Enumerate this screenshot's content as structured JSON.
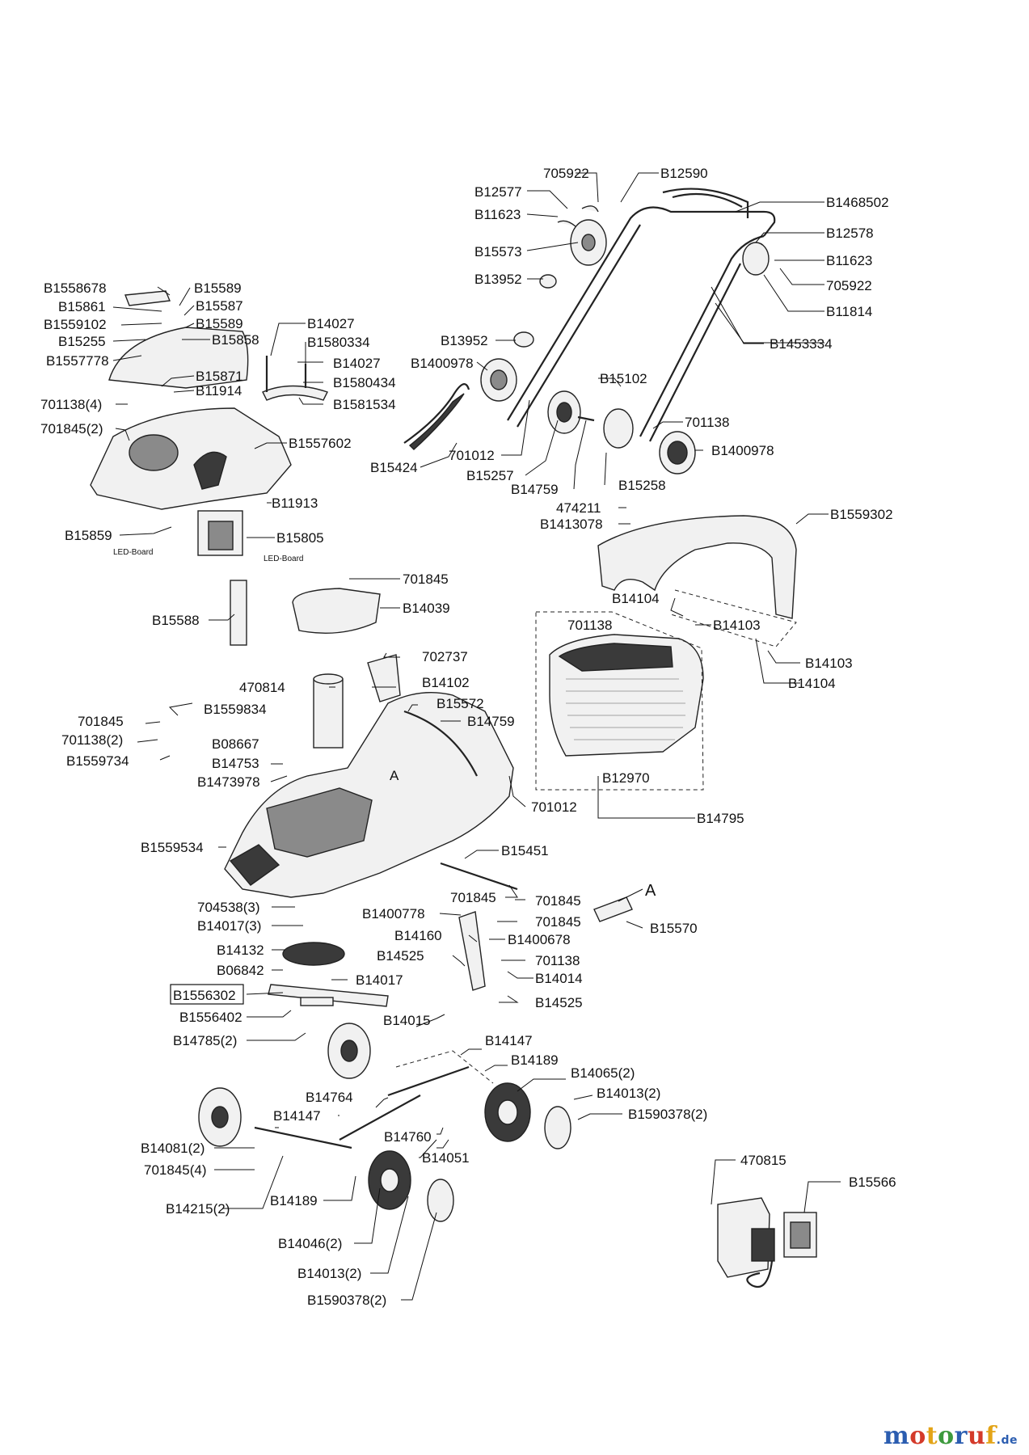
{
  "labels": [
    "705922",
    "B12590",
    "B12577",
    "B1468502",
    "B11623",
    "B12578",
    "B15573",
    "B11623",
    "B13952",
    "705922",
    "B11814",
    "B1558678",
    "B15589",
    "B15861",
    "B15587",
    "B1559102",
    "B15589",
    "B15255",
    "B15858",
    "B14027",
    "B1580334",
    "B1557778",
    "B14027",
    "B1580434",
    "B13952",
    "B1400978",
    "B1453334",
    "B15871",
    "B11914",
    "B1581534",
    "701138(4)",
    "B15102",
    "701845(2)",
    "B1557602",
    "701138",
    "B1400978",
    "B15424",
    "701012",
    "B15257",
    "B14759",
    "B15258",
    "B11913",
    "474211",
    "B1413078",
    "B1559302",
    "B15859",
    "B15805",
    "LED-Board",
    "LED-Board",
    "701845",
    "B14039",
    "B14104",
    "B15588",
    "701138",
    "B14103",
    "B14103",
    "702737",
    "B14104",
    "470814",
    "B14102",
    "B15572",
    "701845",
    "B1559834",
    "B14759",
    "701138(2)",
    "B08667",
    "B1559734",
    "B14753",
    "B1473978",
    "B12970",
    "701012",
    "B14795",
    "B1559534",
    "B15451",
    "701845",
    "701845",
    "A",
    "704538(3)",
    "B1400778",
    "701845",
    "B14017(3)",
    "B14160",
    "B1400678",
    "B15570",
    "B14132",
    "B14525",
    "701138",
    "B06842",
    "B14017",
    "B14014",
    "B1556302",
    "B14525",
    "B1556402",
    "B14015",
    "B14785(2)",
    "B14147",
    "B14189",
    "B14065(2)",
    "B14764",
    "B14013(2)",
    "B14147",
    "B1590378(2)",
    "B14760",
    "B14081(2)",
    "B14051",
    "701845(4)",
    "B14189",
    "B14215(2)",
    "470815",
    "B15566",
    "B14046(2)",
    "B14013(2)",
    "B1590378(2)",
    "A"
  ],
  "logo": {
    "main": "motoruf",
    "suffix": ".de"
  }
}
